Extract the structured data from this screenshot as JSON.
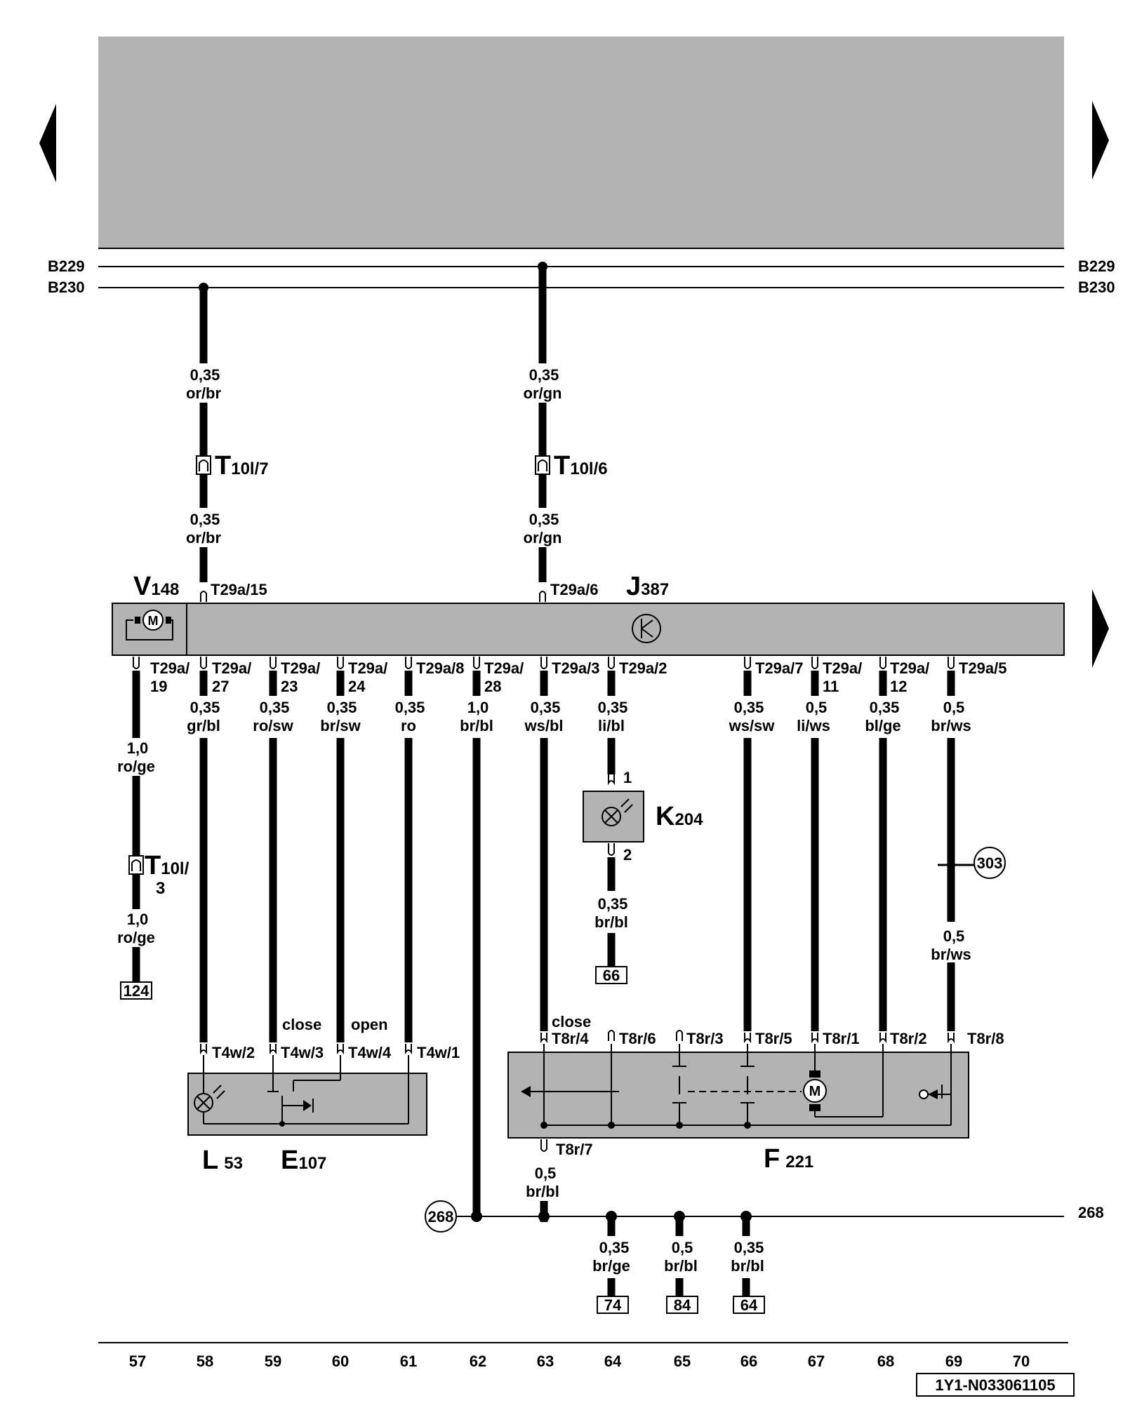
{
  "buses": [
    {
      "id": "b229",
      "label": "B229"
    },
    {
      "id": "b230",
      "label": "B230"
    }
  ],
  "wires": {
    "w1": {
      "size": "0,35",
      "color": "or/br"
    },
    "w2": {
      "size": "0,35",
      "color": "or/gn"
    },
    "w3": {
      "size": "0,35",
      "color": "or/br"
    },
    "w4": {
      "size": "0,35",
      "color": "or/gn"
    },
    "c57a": {
      "size": "1,0",
      "color": "ro/ge"
    },
    "c57b": {
      "size": "1,0",
      "color": "ro/ge"
    },
    "c58": {
      "size": "0,35",
      "color": "gr/bl"
    },
    "c59": {
      "size": "0,35",
      "color": "ro/sw"
    },
    "c60": {
      "size": "0,35",
      "color": "br/sw"
    },
    "c61": {
      "size": "0,35",
      "color": "ro"
    },
    "c62": {
      "size": "1,0",
      "color": "br/bl"
    },
    "c63": {
      "size": "0,35",
      "color": "ws/bl"
    },
    "c64": {
      "size": "0,35",
      "color": "li/bl"
    },
    "c64b": {
      "size": "0,35",
      "color": "br/bl"
    },
    "c66": {
      "size": "0,35",
      "color": "ws/sw"
    },
    "c67": {
      "size": "0,5",
      "color": "li/ws"
    },
    "c68": {
      "size": "0,35",
      "color": "bl/ge"
    },
    "c69a": {
      "size": "0,5",
      "color": "br/ws"
    },
    "c69b": {
      "size": "0,5",
      "color": "br/ws"
    },
    "c63b": {
      "size": "0,5",
      "color": "br/bl"
    },
    "g64": {
      "size": "0,35",
      "color": "br/ge"
    },
    "g65": {
      "size": "0,5",
      "color": "br/bl"
    },
    "g66": {
      "size": "0,35",
      "color": "br/bl"
    }
  },
  "connectors": {
    "t10l7": {
      "letter": "T",
      "sub": "10l/7"
    },
    "t10l6": {
      "letter": "T",
      "sub": "10l/6"
    },
    "t10l3": {
      "letter": "T",
      "sub": "10l/",
      "sub2": "3"
    },
    "t29a15": "T29a/15",
    "t29a6": "T29a/6",
    "t29a19": {
      "l1": "T29a/",
      "l2": "19"
    },
    "t29a27": {
      "l1": "T29a/",
      "l2": "27"
    },
    "t29a23": {
      "l1": "T29a/",
      "l2": "23"
    },
    "t29a24": {
      "l1": "T29a/",
      "l2": "24"
    },
    "t29a8": "T29a/8",
    "t29a28": {
      "l1": "T29a/",
      "l2": "28"
    },
    "t29a3": "T29a/3",
    "t29a2": "T29a/2",
    "t29a7": "T29a/7",
    "t29a11": {
      "l1": "T29a/",
      "l2": "11"
    },
    "t29a12": {
      "l1": "T29a/",
      "l2": "12"
    },
    "t29a5": "T29a/5",
    "k1": "1",
    "k2": "2",
    "t4w2": "T4w/2",
    "t4w3": "T4w/3",
    "t4w4": "T4w/4",
    "t4w1": "T4w/1",
    "t8r4": "T8r/4",
    "t8r6": "T8r/6",
    "t8r3": "T8r/3",
    "t8r5": "T8r/5",
    "t8r1": "T8r/1",
    "t8r2": "T8r/2",
    "t8r8": "T8r/8",
    "t8r7": "T8r/7"
  },
  "annotations": {
    "close1": "close",
    "open1": "open",
    "close2": "close"
  },
  "components": {
    "v148": {
      "letter": "V",
      "sub": "148"
    },
    "j387": {
      "letter": "J",
      "sub": "387"
    },
    "k204": {
      "letter": "K",
      "sub": "204"
    },
    "l53": {
      "letter": "L",
      "sub": "53"
    },
    "e107": {
      "letter": "E",
      "sub": "107"
    },
    "f221": {
      "letter": "F",
      "sub": "221"
    },
    "motor": "M"
  },
  "references": {
    "r124": "124",
    "r66": "66",
    "r74": "74",
    "r84": "84",
    "r64": "64",
    "r303": "303",
    "r268circle": "268",
    "r268": "268"
  },
  "columns": [
    "57",
    "58",
    "59",
    "60",
    "61",
    "62",
    "63",
    "64",
    "65",
    "66",
    "67",
    "68",
    "69",
    "70"
  ],
  "diagram_id": "1Y1-N033061105"
}
